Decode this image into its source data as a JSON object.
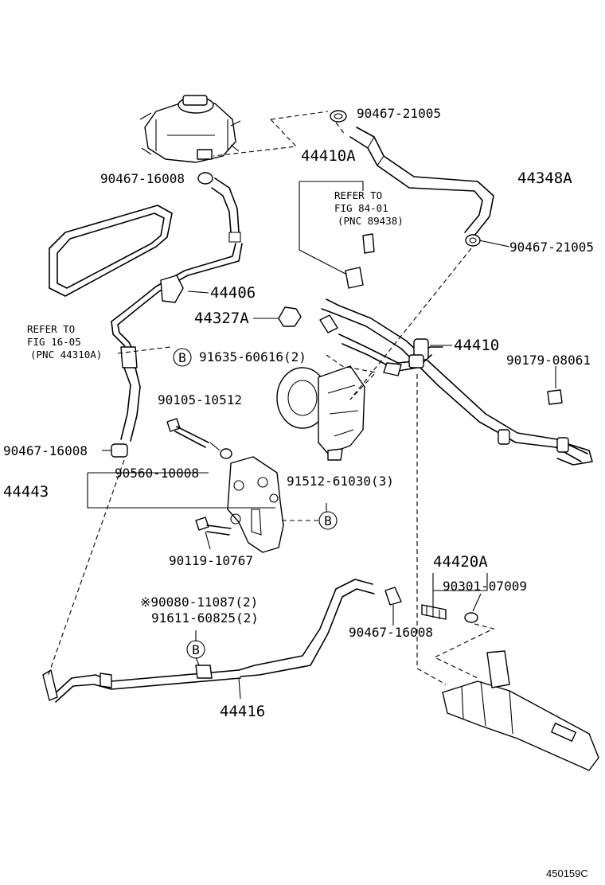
{
  "labels": {
    "p90467_21005_top": "90467-21005",
    "p44410A": "44410A",
    "p90467_16008_top": "90467-16008",
    "p44348A": "44348A",
    "refer_84_01": "REFER TO",
    "refer_84_01_fig": "FIG 84-01",
    "refer_84_01_pnc": "(PNC 89438)",
    "p90467_21005_right": "90467-21005",
    "p44406": "44406",
    "p44327A": "44327A",
    "refer_16_05": "REFER TO",
    "refer_16_05_fig": "FIG 16-05",
    "refer_16_05_pnc": "(PNC 44310A)",
    "p44410": "44410",
    "p91635": "91635-60616(2)",
    "p90179": "90179-08061",
    "p90105": "90105-10512",
    "p90467_16008_left": "90467-16008",
    "p90560": "90560-10008",
    "p44443": "44443",
    "p91512": "91512-61030(3)",
    "p90119": "90119-10767",
    "p44420A": "44420A",
    "p90301": "90301-07009",
    "p90080": "※90080-11087(2)",
    "p91611": "91611-60825(2)",
    "p90467_16008_bottom": "90467-16008",
    "p44416": "44416",
    "callout_b": "B",
    "diagram_code": "450159C"
  }
}
